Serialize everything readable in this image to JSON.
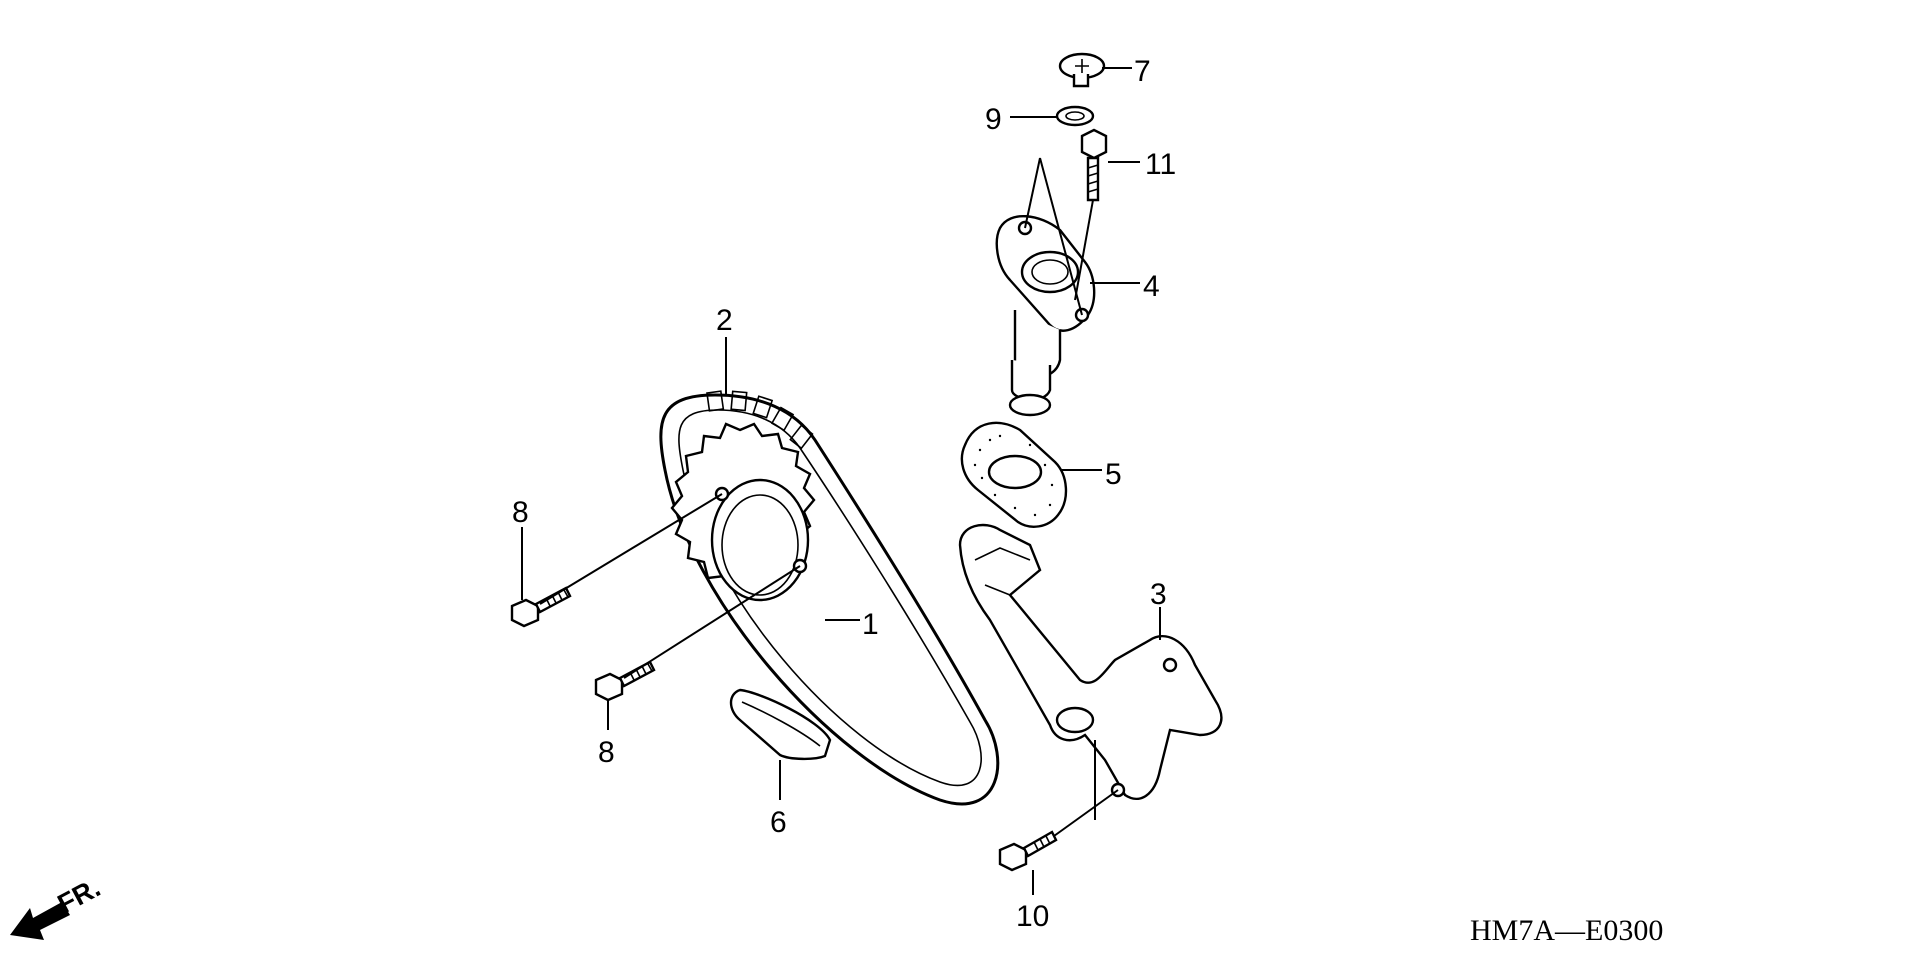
{
  "diagram": {
    "callouts": {
      "c1": "1",
      "c2": "2",
      "c3": "3",
      "c4": "4",
      "c5": "5",
      "c6": "6",
      "c7": "7",
      "c8a": "8",
      "c8b": "8",
      "c9": "9",
      "c10": "10",
      "c11": "11"
    },
    "direction_label": "FR.",
    "diagram_code": "HM7A—E0300"
  }
}
